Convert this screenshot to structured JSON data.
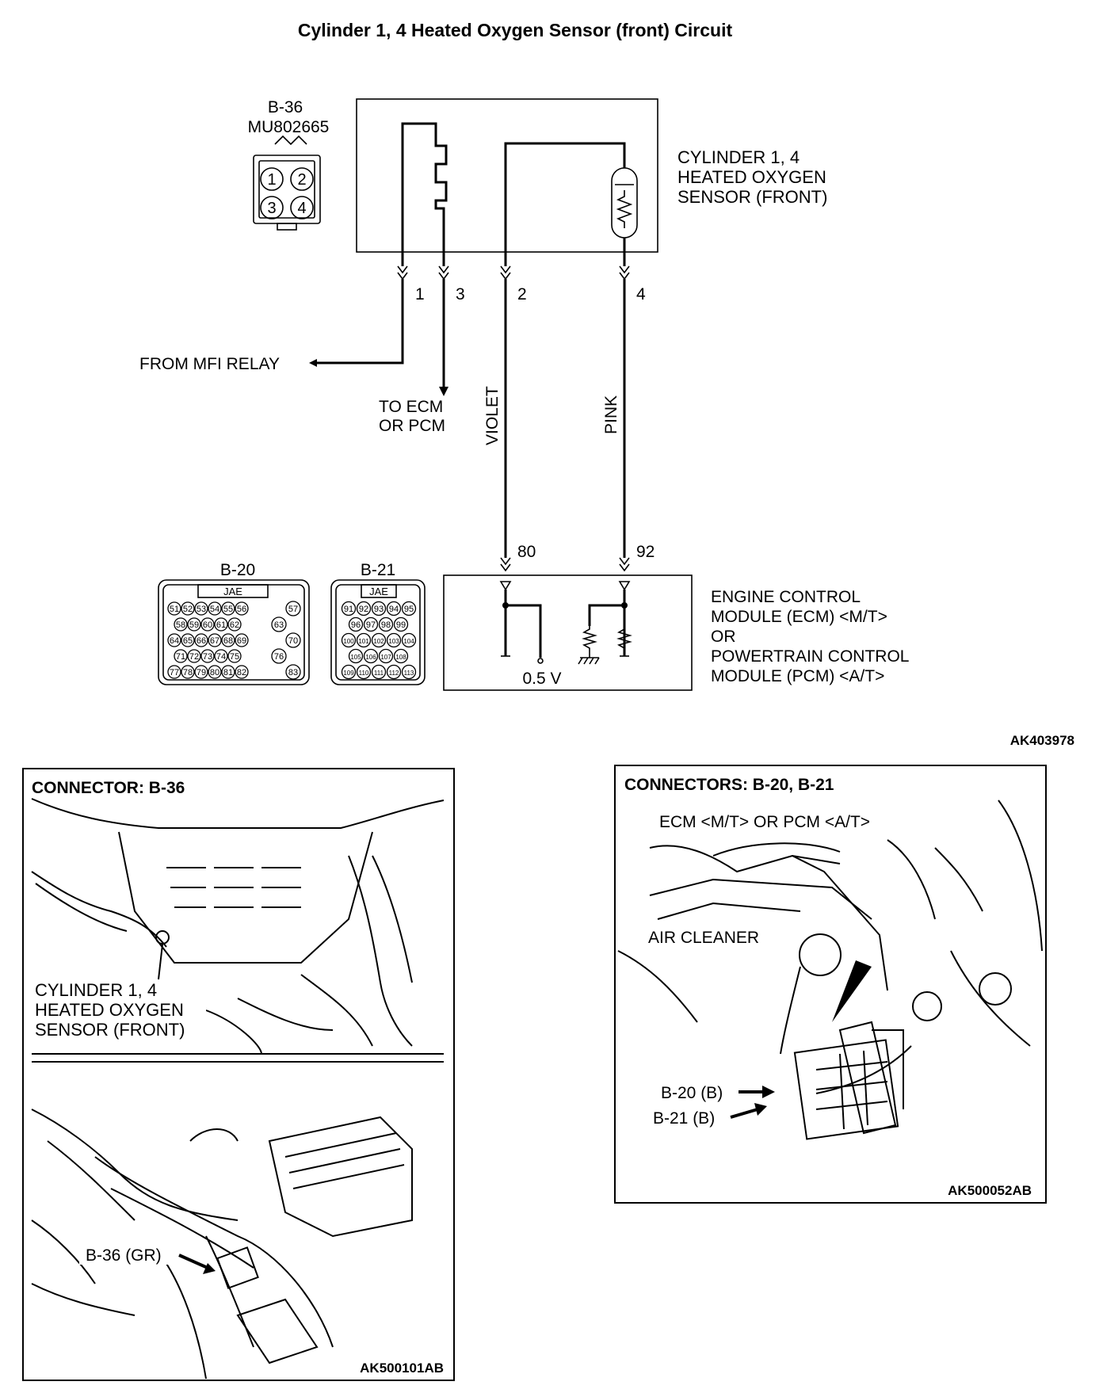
{
  "title": "Cylinder 1, 4 Heated Oxygen Sensor (front) Circuit",
  "sensor_connector": {
    "id": "B-36",
    "part": "MU802665",
    "pins": [
      "1",
      "2",
      "3",
      "4"
    ]
  },
  "sensor_label": [
    "CYLINDER 1, 4",
    "HEATED OXYGEN",
    "SENSOR (FRONT)"
  ],
  "terminals": {
    "t1": "1",
    "t3": "3",
    "t2": "2",
    "t4": "4",
    "t80": "80",
    "t92": "92"
  },
  "from_mfi": "FROM MFI RELAY",
  "to_ecm": [
    "TO ECM",
    "OR PCM"
  ],
  "wire_violet": "VIOLET",
  "wire_pink": "PINK",
  "ecm_connectors": {
    "b20": {
      "id": "B-20",
      "brand": "JAE",
      "rows": [
        [
          "51",
          "52",
          "53",
          "54",
          "55",
          "56"
        ],
        [
          "58",
          "59",
          "60",
          "61",
          "62"
        ],
        [
          "64",
          "65",
          "66",
          "67",
          "68",
          "69"
        ],
        [
          "71",
          "72",
          "73",
          "74",
          "75"
        ],
        [
          "77",
          "78",
          "79",
          "80",
          "81",
          "82"
        ]
      ],
      "side": [
        "57",
        "63",
        "70",
        "76",
        "83"
      ]
    },
    "b21": {
      "id": "B-21",
      "brand": "JAE",
      "rows": [
        [
          "91",
          "92",
          "93",
          "94",
          "95"
        ],
        [
          "96",
          "97",
          "98",
          "99"
        ],
        [
          "100",
          "101",
          "102",
          "103",
          "104"
        ],
        [
          "105",
          "106",
          "107",
          "108"
        ],
        [
          "109",
          "110",
          "111",
          "112",
          "113"
        ]
      ]
    }
  },
  "voltage": "0.5 V",
  "ecm_label": [
    "ENGINE CONTROL",
    "MODULE (ECM) <M/T>",
    "OR",
    "POWERTRAIN CONTROL",
    "MODULE (PCM) <A/T>"
  ],
  "code_top": "AK403978",
  "left_panel": {
    "title": "CONNECTOR: B-36",
    "label": [
      "CYLINDER 1, 4",
      "HEATED OXYGEN",
      "SENSOR (FRONT)"
    ],
    "connector": "B-36 (GR)",
    "code": "AK500101AB"
  },
  "right_panel": {
    "title": "CONNECTORS: B-20, B-21",
    "ecm": "ECM <M/T> OR PCM <A/T>",
    "air": "AIR CLEANER",
    "b20": "B-20 (B)",
    "b21": "B-21 (B)",
    "code": "AK500052AB"
  }
}
